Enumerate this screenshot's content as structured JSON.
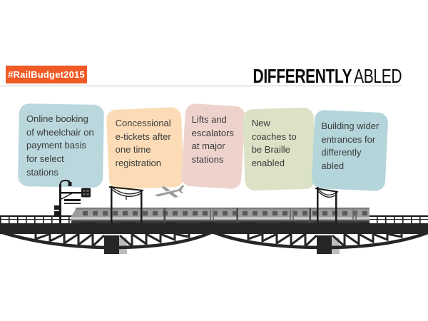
{
  "header": {
    "badge_label": "#RailBudget2015",
    "badge_color": "#f15a24",
    "title_bold": "DIFFERENTLY",
    "title_light": "ABLED"
  },
  "cards": [
    {
      "text": "Online booking of wheelchair on payment basis for select stations",
      "color": "#b9d7dc"
    },
    {
      "text": "Concessional e-tickets after one time registration",
      "color": "#fbdcb7"
    },
    {
      "text": "Lifts and escalators at major stations",
      "color": "#eed3cd"
    },
    {
      "text": "New coaches to be Braille enabled",
      "color": "#dbe2c5"
    },
    {
      "text": "Building wider entrances for differently abled",
      "color": "#b4d5da"
    }
  ],
  "illustration": {
    "icons": [
      "signal-post-icon",
      "catenary-mast-icon",
      "airplane-icon",
      "train-icon",
      "bridge-icon",
      "railing-icon"
    ],
    "train_color": "#9c9c9c",
    "bridge_color": "#262626"
  }
}
